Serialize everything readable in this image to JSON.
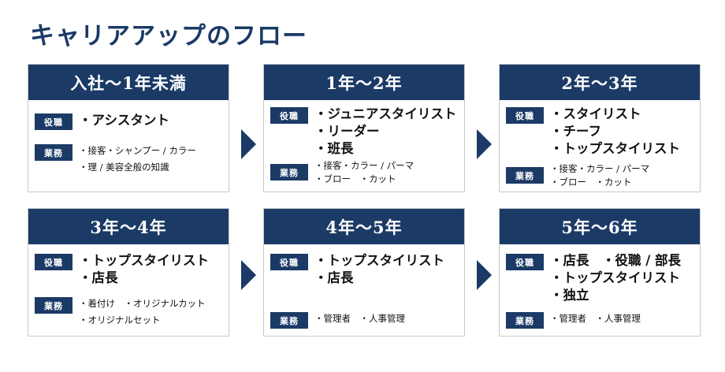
{
  "title": "キャリアアップのフロー",
  "role_label": "役職",
  "duty_label": "業務",
  "stages": [
    {
      "period": "入社〜1年未満",
      "roles": [
        "・アシスタント"
      ],
      "duties": [
        "・接客・シャンプー / カラー",
        "・理 / 美容全般の知識"
      ]
    },
    {
      "period": "1年〜2年",
      "roles": [
        "・ジュニアスタイリスト",
        "・リーダー",
        "・班長"
      ],
      "duties": [
        "・接客・カラー / パーマ",
        "・ブロー　・カット"
      ]
    },
    {
      "period": "2年〜3年",
      "roles": [
        "・スタイリスト",
        "・チーフ",
        "・トップスタイリスト"
      ],
      "duties": [
        "・接客・カラー / パーマ",
        "・ブロー　・カット"
      ]
    },
    {
      "period": "3年〜4年",
      "roles": [
        "・トップスタイリスト",
        "・店長"
      ],
      "duties": [
        "・着付け　・オリジナルカット",
        "・オリジナルセット"
      ]
    },
    {
      "period": "4年〜5年",
      "roles": [
        "・トップスタイリスト",
        "・店長"
      ],
      "duties": [
        "・管理者　・人事管理"
      ]
    },
    {
      "period": "5年〜6年",
      "roles": [
        "・店長　・役職 / 部長",
        "・トップスタイリスト",
        "・独立"
      ],
      "duties": [
        "・管理者　・人事管理"
      ]
    }
  ]
}
